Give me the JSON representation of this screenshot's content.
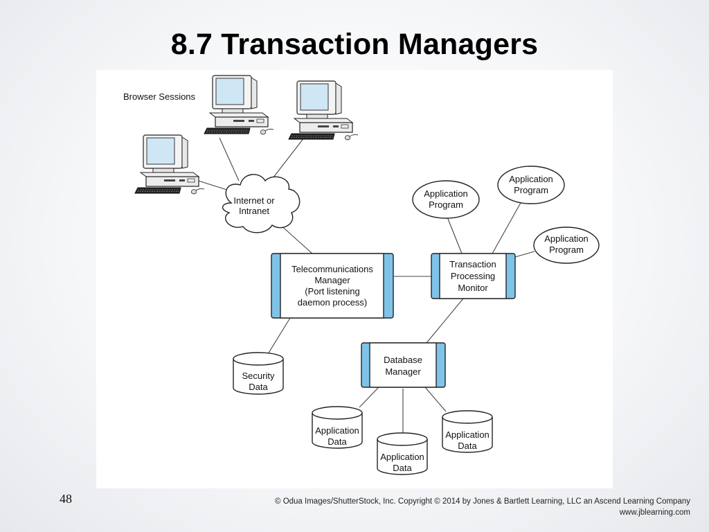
{
  "slide": {
    "title": "8.7 Transaction Managers",
    "page_number": "48",
    "footer": {
      "copyright": "© Odua Images/ShutterStock, Inc. Copyright © 2014 by Jones & Bartlett Learning, LLC an Ascend Learning Company",
      "url": "www.jblearning.com"
    }
  },
  "diagram": {
    "browser_label": "Browser Sessions",
    "cloud": [
      "Internet or",
      "Intranet"
    ],
    "telecom": [
      "Telecommunications",
      "Manager",
      "(Port listening",
      "daemon process)"
    ],
    "tpm": [
      "Transaction",
      "Processing",
      "Monitor"
    ],
    "dbm": [
      "Database",
      "Manager"
    ],
    "app_program": [
      "Application",
      "Program"
    ],
    "security": [
      "Security",
      "Data"
    ],
    "app_data": [
      "Application",
      "Data"
    ]
  },
  "colors": {
    "accent_bar": "#7fc4e8",
    "screen": "#cfe6f5"
  }
}
